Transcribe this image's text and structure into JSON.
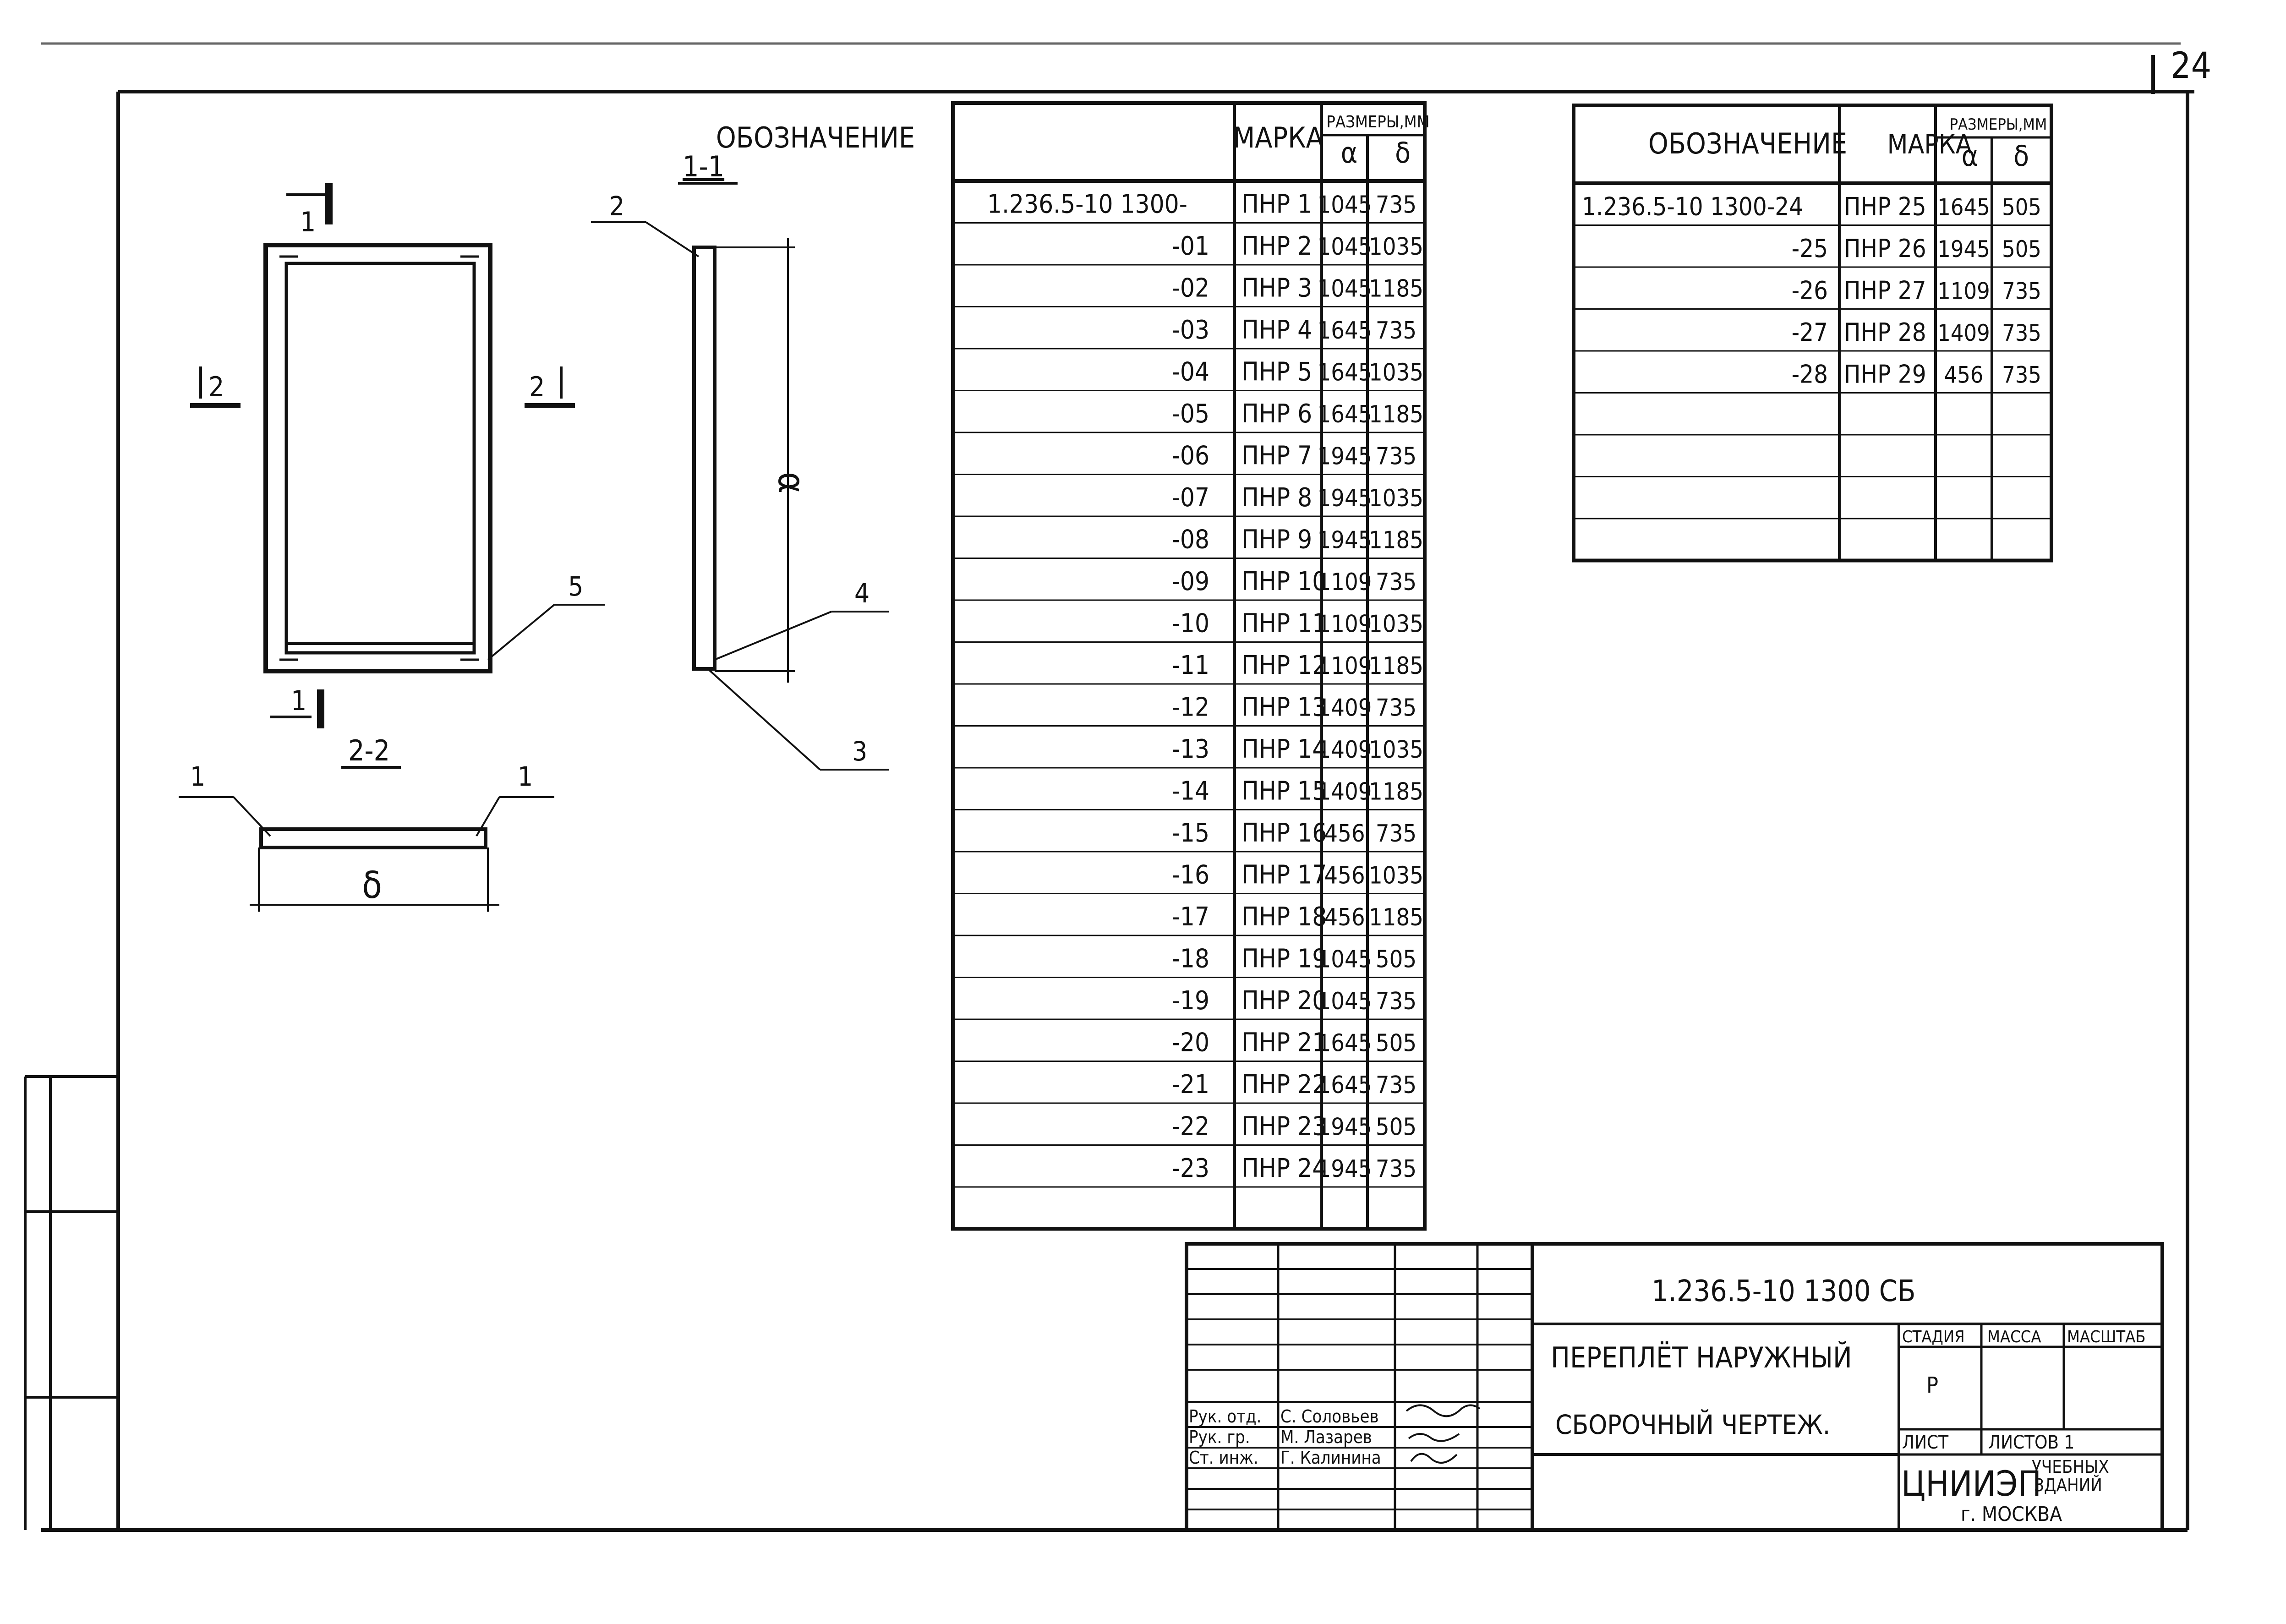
{
  "sheet_number": "24",
  "drawing": {
    "section_1_1": "1-1",
    "section_2_2": "2-2",
    "cut_mark_1": "1",
    "cut_mark_2": "2",
    "dim_a": "α",
    "dim_b": "δ",
    "callouts": [
      "1",
      "1",
      "2",
      "3",
      "4",
      "5"
    ]
  },
  "table1": {
    "headers": {
      "designation": "ОБОЗНАЧЕНИЕ",
      "mark": "МАРКА",
      "sizes": "РАЗМЕРЫ,ММ",
      "a": "α",
      "b": "δ"
    },
    "rows": [
      [
        "1.236.5-10 1300-",
        "ПНР 1",
        "1045",
        "735"
      ],
      [
        "-01",
        "ПНР 2",
        "1045",
        "1035"
      ],
      [
        "-02",
        "ПНР 3",
        "1045",
        "1185"
      ],
      [
        "-03",
        "ПНР 4",
        "1645",
        "735"
      ],
      [
        "-04",
        "ПНР 5",
        "1645",
        "1035"
      ],
      [
        "-05",
        "ПНР 6",
        "1645",
        "1185"
      ],
      [
        "-06",
        "ПНР 7",
        "1945",
        "735"
      ],
      [
        "-07",
        "ПНР 8",
        "1945",
        "1035"
      ],
      [
        "-08",
        "ПНР 9",
        "1945",
        "1185"
      ],
      [
        "-09",
        "ПНР 10",
        "1109",
        "735"
      ],
      [
        "-10",
        "ПНР 11",
        "1109",
        "1035"
      ],
      [
        "-11",
        "ПНР 12",
        "1109",
        "1185"
      ],
      [
        "-12",
        "ПНР 13",
        "1409",
        "735"
      ],
      [
        "-13",
        "ПНР 14",
        "1409",
        "1035"
      ],
      [
        "-14",
        "ПНР 15",
        "1409",
        "1185"
      ],
      [
        "-15",
        "ПНР 16",
        "456",
        "735"
      ],
      [
        "-16",
        "ПНР 17",
        "456",
        "1035"
      ],
      [
        "-17",
        "ПНР 18",
        "456",
        "1185"
      ],
      [
        "-18",
        "ПНР 19",
        "1045",
        "505"
      ],
      [
        "-19",
        "ПНР 20",
        "1045",
        "735"
      ],
      [
        "-20",
        "ПНР 21",
        "1645",
        "505"
      ],
      [
        "-21",
        "ПНР 22",
        "1645",
        "735"
      ],
      [
        "-22",
        "ПНР 23",
        "1945",
        "505"
      ],
      [
        "-23",
        "ПНР 24",
        "1945",
        "735"
      ],
      [
        "",
        "",
        "",
        ""
      ]
    ]
  },
  "table2": {
    "headers": {
      "designation": "ОБОЗНАЧЕНИЕ",
      "mark": "МАРКА",
      "sizes": "РАЗМЕРЫ,ММ",
      "a": "α",
      "b": "δ"
    },
    "rows": [
      [
        "1.236.5-10 1300-24",
        "ПНР 25",
        "1645",
        "505"
      ],
      [
        "-25",
        "ПНР 26",
        "1945",
        "505"
      ],
      [
        "-26",
        "ПНР 27",
        "1109",
        "735"
      ],
      [
        "-27",
        "ПНР 28",
        "1409",
        "735"
      ],
      [
        "-28",
        "ПНР 29",
        "456",
        "735"
      ],
      [
        "",
        "",
        "",
        ""
      ],
      [
        "",
        "",
        "",
        ""
      ],
      [
        "",
        "",
        "",
        ""
      ],
      [
        "",
        "",
        "",
        ""
      ]
    ]
  },
  "title_block": {
    "code": "1.236.5-10   1300 СБ",
    "title_line1": "ПЕРЕПЛЁТ  НАРУЖНЫЙ",
    "title_line2": "СБОРОЧНЫЙ  ЧЕРТЕЖ.",
    "stage_label": "СТАДИЯ",
    "mass_label": "МАССА",
    "scale_label": "МАСШТАБ",
    "stage_value": "Р",
    "sheet_label": "ЛИСТ",
    "sheets_label": "ЛИСТОВ  1",
    "org_name": "ЦНИИЭП",
    "org_sub1": "УЧЕБНЫХ",
    "org_sub2": "ЗДАНИЙ",
    "org_city": "г. МОСКВА",
    "signers": [
      {
        "role": "Рук. отд.",
        "name": "С. Соловьев"
      },
      {
        "role": "Рук. гр.",
        "name": "М. Лазарев"
      },
      {
        "role": "Ст. инж.",
        "name": "Г. Калинина"
      }
    ]
  }
}
